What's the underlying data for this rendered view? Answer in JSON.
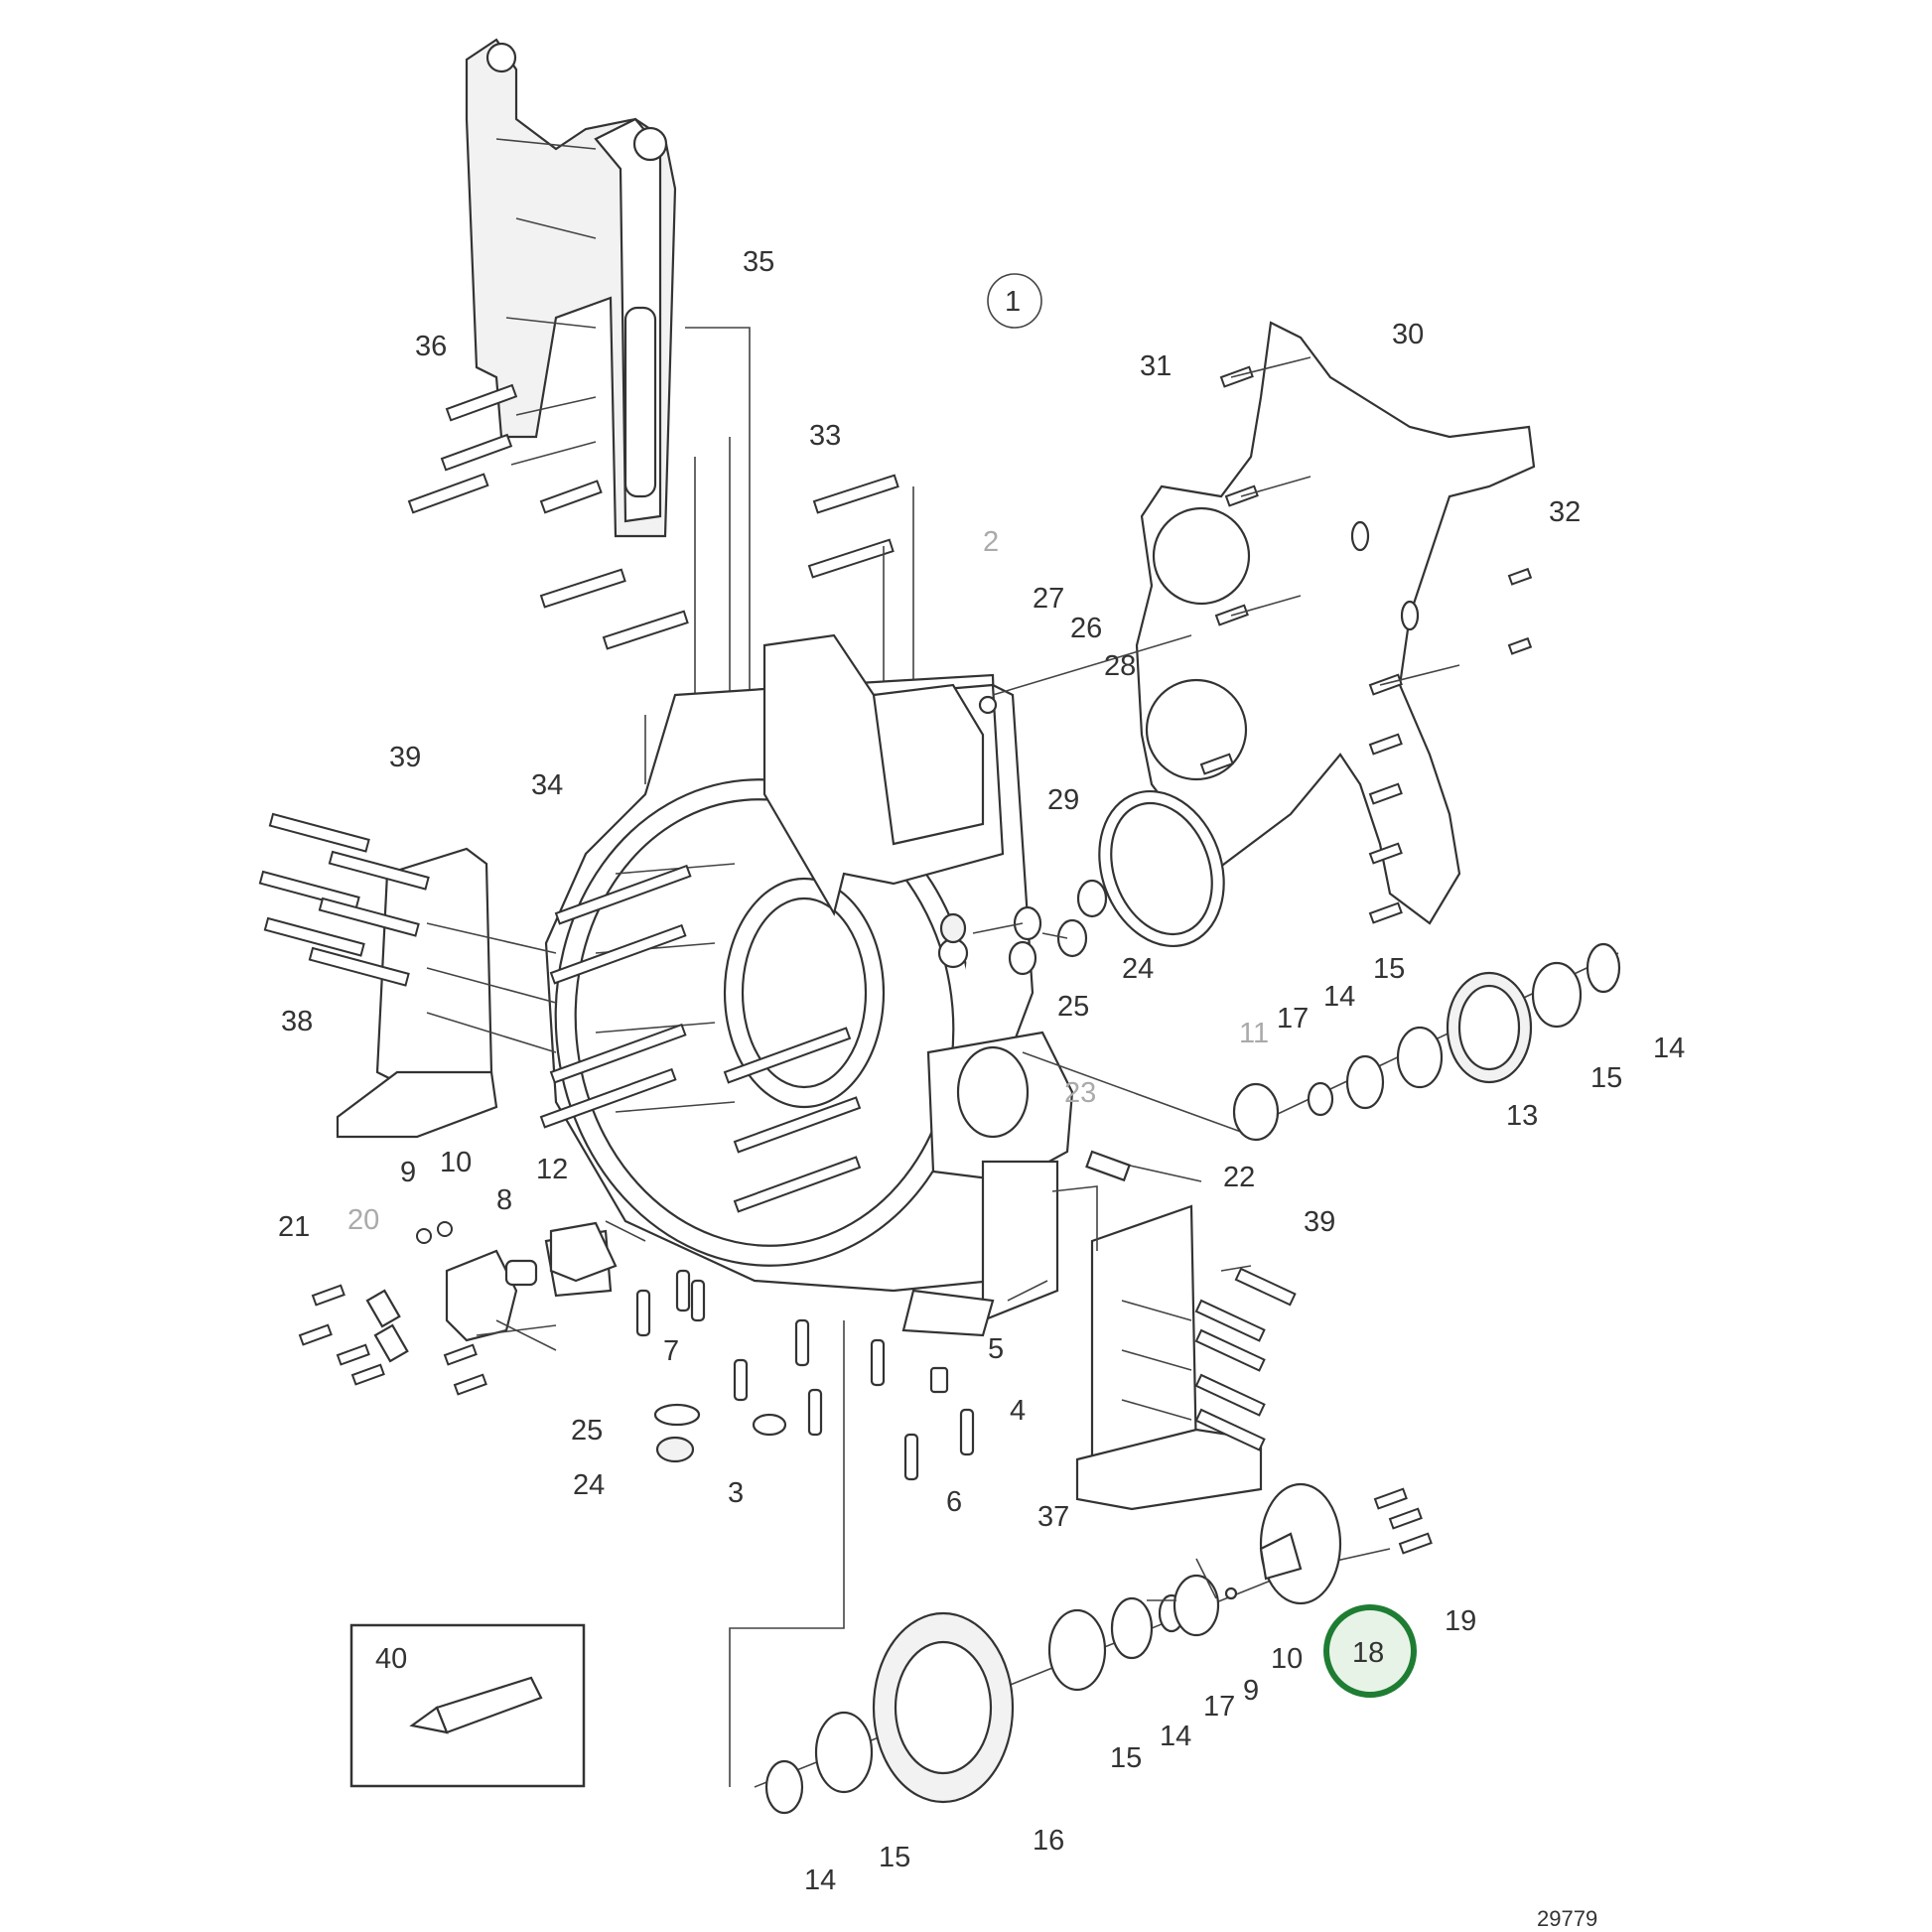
{
  "diagram": {
    "drawing_number": "29779",
    "view_marker": "1",
    "highlighted_part": "18",
    "highlight_color": "#1e7d32",
    "highlight_fill": "#e8f3e8",
    "faded_color": "#aaaaaa",
    "callouts": {
      "c35": "35",
      "c36": "36",
      "c1": "1",
      "c30": "30",
      "c31": "31",
      "c33": "33",
      "c32": "32",
      "c2": "2",
      "c27": "27",
      "c26": "26",
      "c28": "28",
      "c39a": "39",
      "c34": "34",
      "c29": "29",
      "c24a": "24",
      "c25a": "25",
      "c38": "38",
      "c15a": "15",
      "c11": "11",
      "c17a": "17",
      "c14a": "14",
      "c14b": "14",
      "c15b": "15",
      "c13": "13",
      "c23": "23",
      "c22": "22",
      "c9a": "9",
      "c10a": "10",
      "c12": "12",
      "c8": "8",
      "c21": "21",
      "c20": "20",
      "c39b": "39",
      "c7": "7",
      "c5": "5",
      "c4": "4",
      "c25b": "25",
      "c24b": "24",
      "c3": "3",
      "c6": "6",
      "c37": "37",
      "c19": "19",
      "c18": "18",
      "c10b": "10",
      "c9b": "9",
      "c17b": "17",
      "c14c": "14",
      "c15c": "15",
      "c40": "40",
      "c16": "16",
      "c15d": "15",
      "c14d": "14"
    }
  }
}
